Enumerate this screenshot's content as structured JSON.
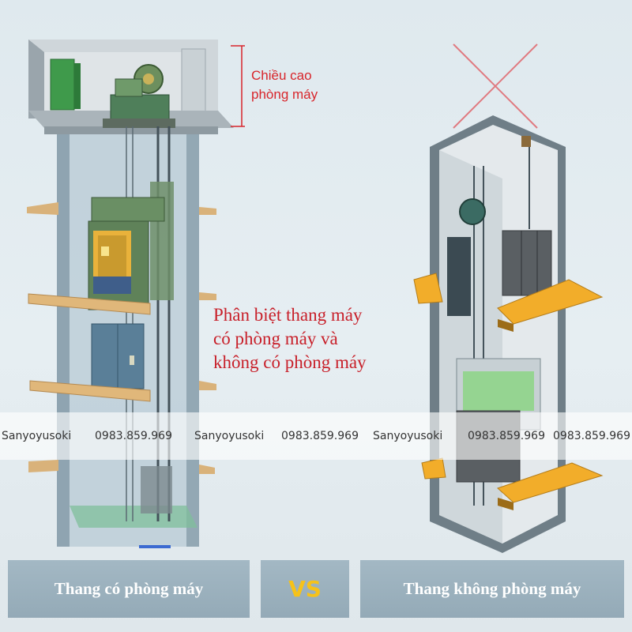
{
  "machine_room_height_label": "Chiều cao\nphòng máy",
  "center_caption": "Phân biệt thang máy\ncó phòng máy và\nkhông có phòng máy",
  "watermark": {
    "items": [
      "Sanyoyusoki",
      "0983.859.969",
      "Sanyoyusoki",
      "0983.859.969",
      "Sanyoyusoki",
      "0983.859.969",
      "0983.859.969"
    ]
  },
  "bottom": {
    "left_label": "Thang có phòng máy",
    "vs_label": "VS",
    "right_label": "Thang không phòng máy"
  },
  "colors": {
    "accent_red": "#d8252b",
    "vs_yellow": "#f6c21a",
    "box_bg": "#9db2bf",
    "floor_tan": "#e0b77a",
    "floor_orange": "#f2ad2a"
  }
}
